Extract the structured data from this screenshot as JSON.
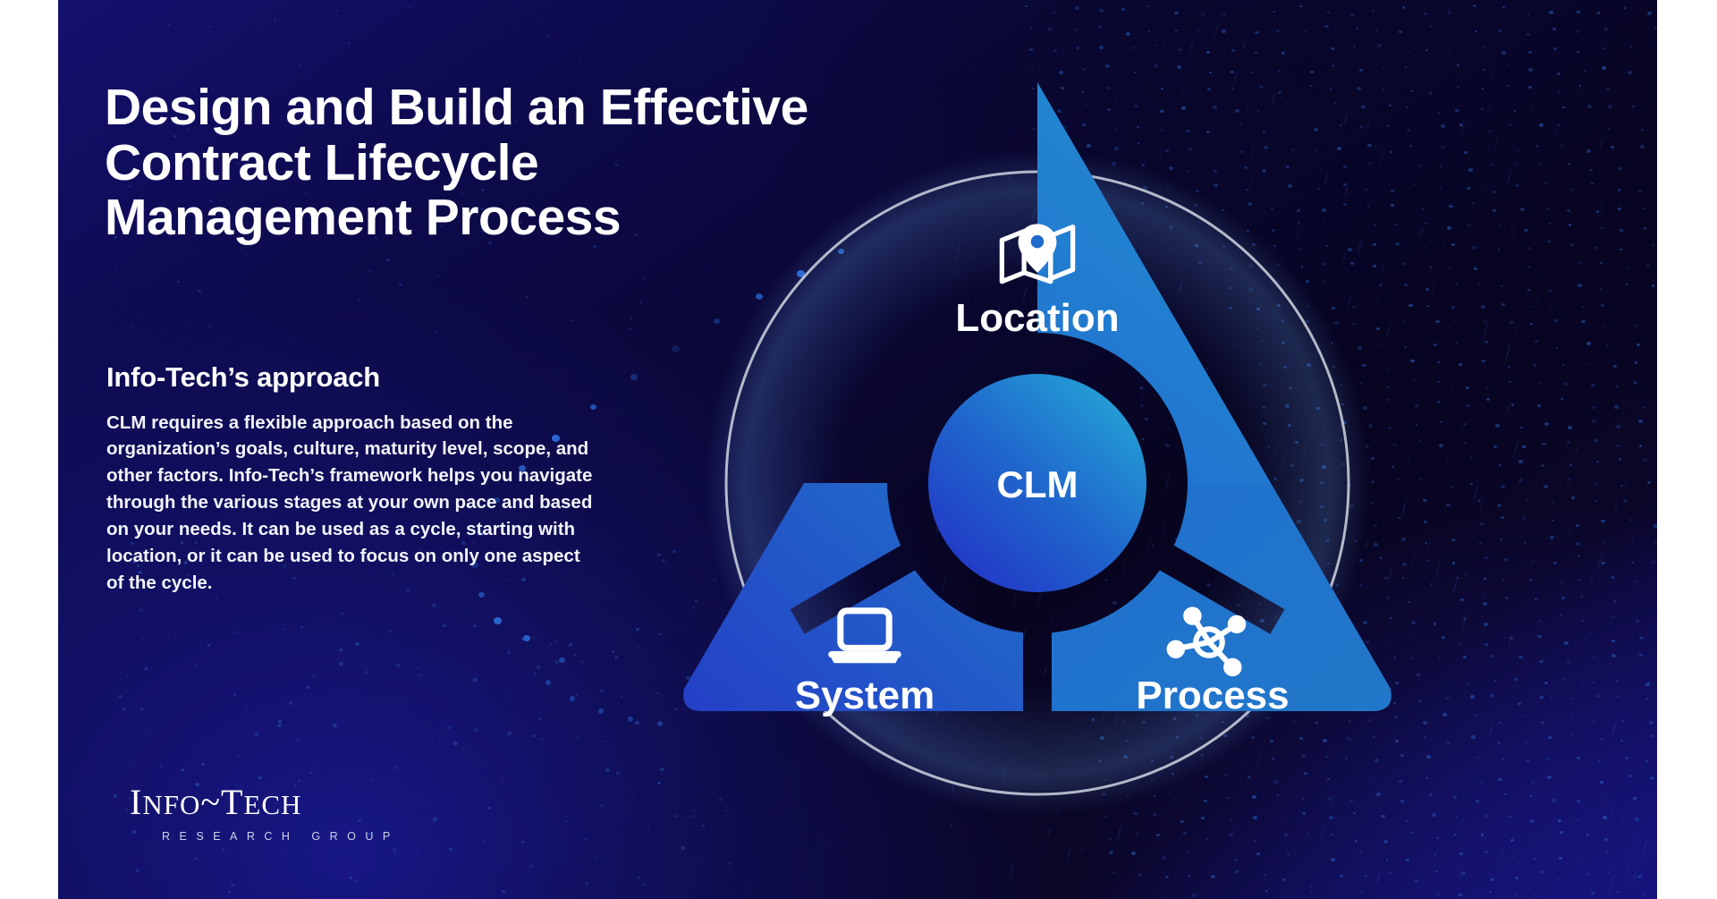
{
  "slide": {
    "title": "Design and Build an Effective Contract Lifecycle Management Process",
    "subhead": "Info-Tech’s approach",
    "body": "CLM requires a flexible approach based on the organization’s goals, culture, maturity level, scope, and other factors. Info-Tech’s framework helps you navigate through the various stages at your own pace and based on your needs. It can be used as a cycle, starting with location, or it can be used to focus on only one aspect of the cycle."
  },
  "logo": {
    "word_one_cap": "I",
    "word_one_rest": "NFO",
    "tilde": "~",
    "word_two_cap": "T",
    "word_two_rest": "ECH",
    "tagline": "RESEARCH GROUP"
  },
  "diagram": {
    "center_label": "CLM",
    "segments": [
      {
        "id": "location",
        "label": "Location",
        "icon": "map-pin-icon"
      },
      {
        "id": "process",
        "label": "Process",
        "icon": "network-nodes-icon"
      },
      {
        "id": "system",
        "label": "System",
        "icon": "laptop-icon"
      }
    ]
  },
  "colors": {
    "accent_cyan": "#29a8e0",
    "accent_blue": "#1e35c8",
    "deep_navy": "#07041f",
    "royal": "#171284",
    "ring_dark": "#0a0826",
    "outline": "#c9cfdd"
  }
}
